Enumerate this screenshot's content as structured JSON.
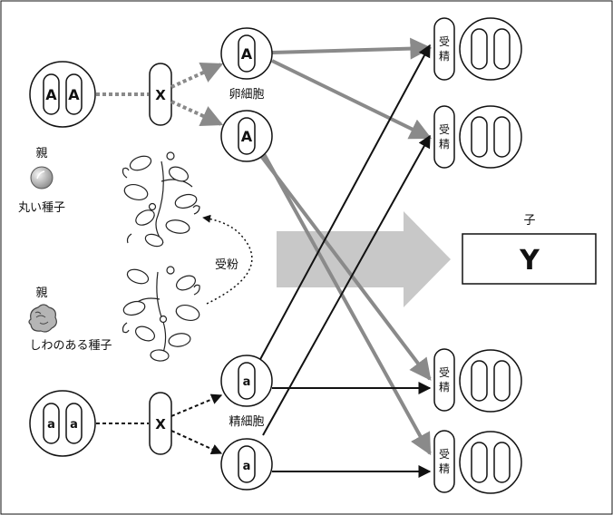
{
  "parent_round": {
    "label": "親",
    "seed_label": "丸い種子",
    "alleles": [
      "A",
      "A"
    ],
    "meiosis_mark": "X"
  },
  "parent_wrinkled": {
    "label": "親",
    "seed_label": "しわのある種子",
    "alleles": [
      "a",
      "a"
    ],
    "meiosis_mark": "X"
  },
  "egg_cells": {
    "label": "卵細胞",
    "alleles": [
      "A",
      "A"
    ]
  },
  "sperm_cells": {
    "label": "精細胞",
    "alleles": [
      "a",
      "a"
    ]
  },
  "pollination_label": "受粉",
  "fertilization_label": [
    "受",
    "精"
  ],
  "offspring": {
    "label": "子",
    "answer_box": "Y"
  },
  "colors": {
    "line_dark": "#111111",
    "line_gray": "#8a8a8a",
    "arrow_fill": "#c8c8c8",
    "plant": "#222222"
  }
}
